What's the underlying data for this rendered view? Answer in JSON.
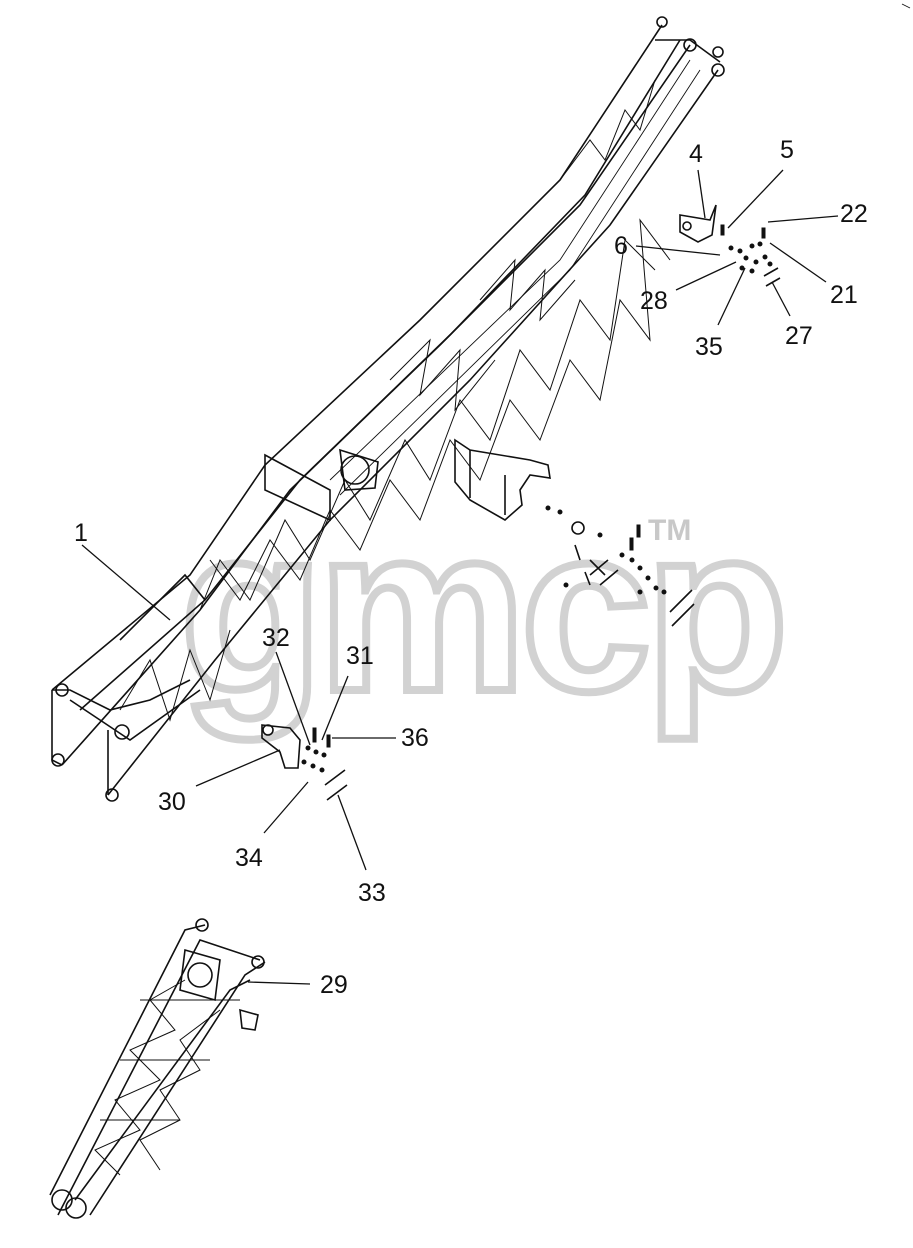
{
  "watermark": {
    "text": "gmcp",
    "trademark": "TM",
    "color": "#d2d2d2"
  },
  "callouts": [
    {
      "label": "1"
    },
    {
      "label": "4"
    },
    {
      "label": "5"
    },
    {
      "label": "22"
    },
    {
      "label": "6"
    },
    {
      "label": "21"
    },
    {
      "label": "28"
    },
    {
      "label": "35"
    },
    {
      "label": "27"
    },
    {
      "label": "32"
    },
    {
      "label": "31"
    },
    {
      "label": "36"
    },
    {
      "label": "30"
    },
    {
      "label": "34"
    },
    {
      "label": "33"
    },
    {
      "label": "29"
    }
  ],
  "icons": {
    "main_boom": "boom-lattice-icon",
    "boom_base_section": "boom-base-section-icon",
    "bracket_assembly": "bracket-assembly-icon"
  },
  "colors": {
    "line": "#111111",
    "background": "#ffffff",
    "watermark": "#d2d2d2"
  }
}
